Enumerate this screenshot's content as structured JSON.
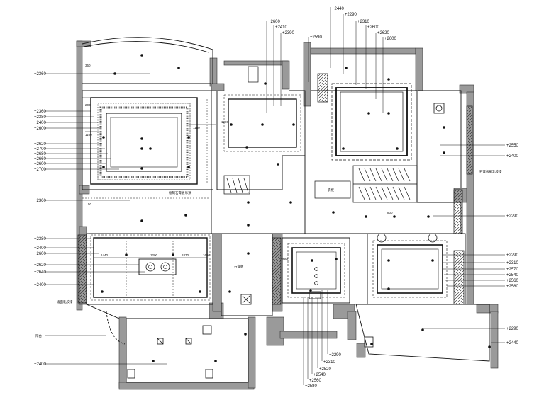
{
  "drawing": {
    "left_elevations": [
      "+2360",
      "+2360",
      "+2380",
      "+2400",
      "+2600",
      "+2620",
      "+2700",
      "+2680",
      "+2660",
      "+2600",
      "+2700",
      "+2360",
      "+2380",
      "+2400",
      "+2600",
      "+2620",
      "+2640",
      "+2400",
      "+2400"
    ],
    "top_elevations": [
      "+2600",
      "+2410",
      "+2390",
      "+2590",
      "+2440",
      "+2290",
      "+2310",
      "+2600",
      "+2620",
      "+2600"
    ],
    "right_elevations": [
      "+2550",
      "+2400",
      "+2290",
      "+2290",
      "+2310",
      "+2570",
      "+2540",
      "+2560",
      "+2580",
      "+2290",
      "+2440"
    ],
    "bottom_elevations": [
      "+2290",
      "+2310",
      "+2520",
      "+2540",
      "+2560",
      "+2580"
    ],
    "room_notes": {
      "master_bed_left": "绘制石膏板吊顶",
      "living_mid": "石膏板",
      "cabinet_label": "衣柜",
      "left_side_label": "墙面乳胶漆",
      "balcony_label": "阳台",
      "right_side_label": "石膏板刷乳胶漆"
    },
    "dims": {
      "d1": "1440",
      "d2": "1200",
      "d3": "1870",
      "d4": "1650",
      "d5": "2560",
      "d6": "200",
      "d7": "1150",
      "d8": "1100",
      "d9": "1200",
      "d10": "350",
      "d11": "800",
      "d12": "50"
    }
  }
}
